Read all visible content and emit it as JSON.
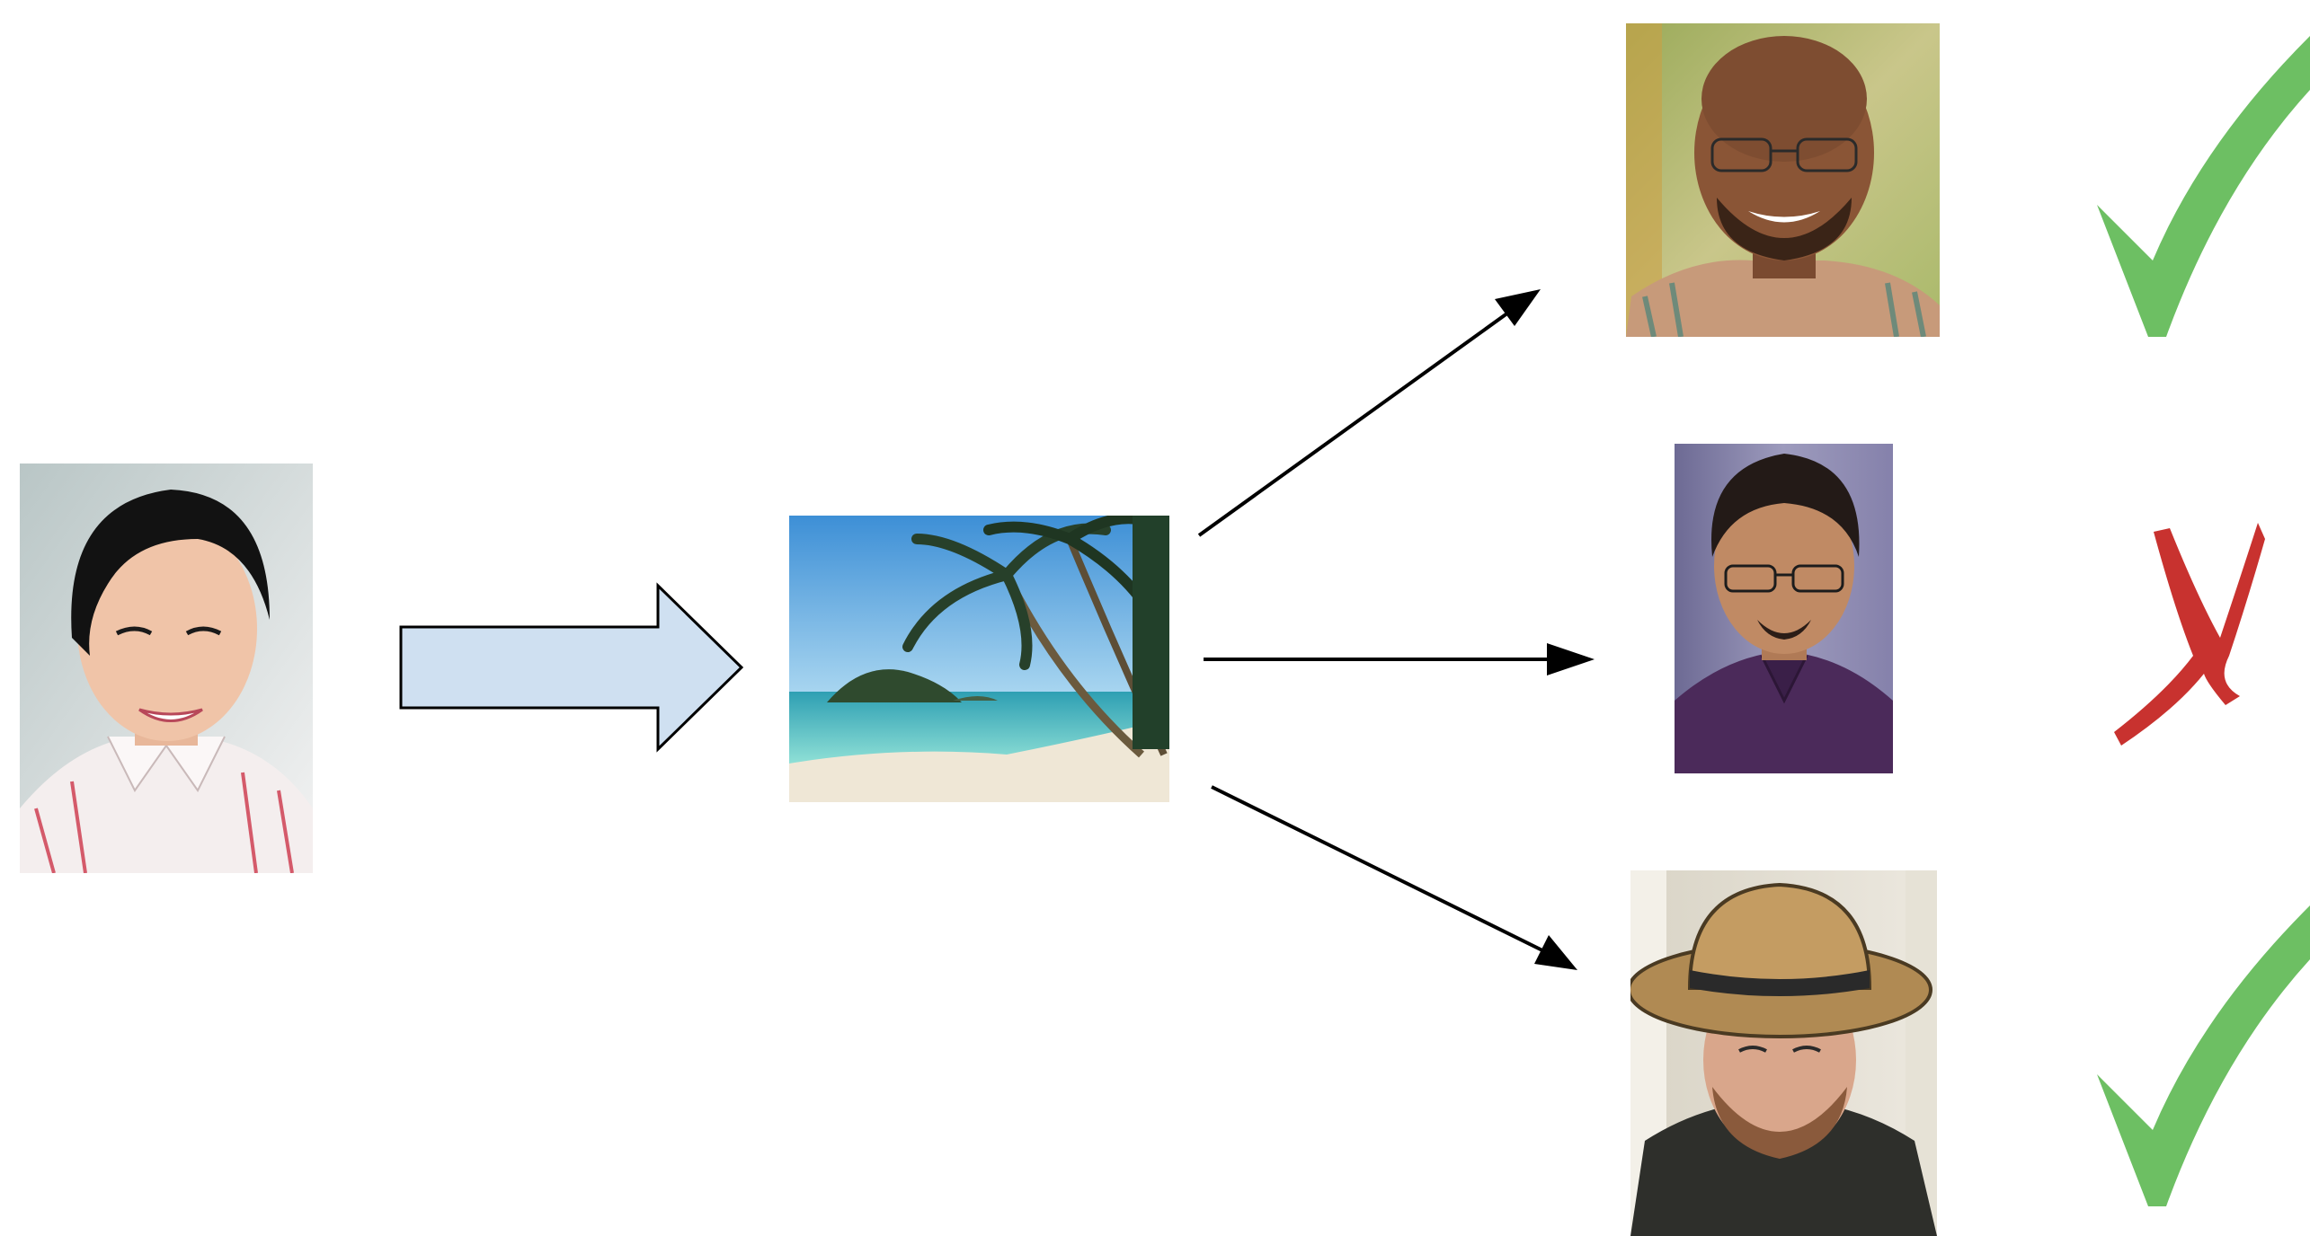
{
  "diagram": {
    "source_person": {
      "icon": "woman-portrait-photo"
    },
    "transform_arrow": {
      "icon": "block-arrow-right",
      "fill": "#cfe0f1",
      "stroke": "#000000"
    },
    "scene": {
      "icon": "tropical-beach-photo"
    },
    "candidates": [
      {
        "icon": "bald-man-glasses-portrait-photo",
        "result": "match",
        "result_icon": "check-mark-icon",
        "result_color": "#6dbf63"
      },
      {
        "icon": "man-glasses-purple-shirt-portrait-photo",
        "result": "no-match",
        "result_icon": "cross-mark-icon",
        "result_color": "#c8322f"
      },
      {
        "icon": "man-straw-hat-portrait-photo",
        "result": "match",
        "result_icon": "check-mark-icon",
        "result_color": "#6dbf63"
      }
    ]
  }
}
